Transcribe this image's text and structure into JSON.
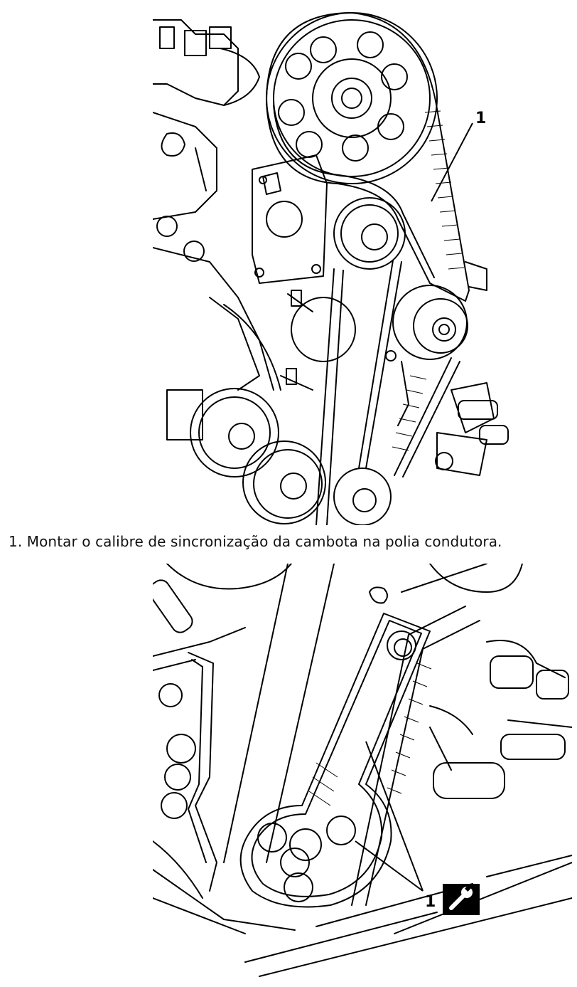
{
  "caption": "1. Montar o calibre de sincronização da cambota na polia condutora.",
  "figure_top": {
    "callout_label": "1"
  },
  "figure_bottom": {
    "callout_label": "1",
    "tool_icon": "wrench-icon"
  },
  "colors": {
    "ink": "#000000",
    "paper": "#ffffff"
  }
}
